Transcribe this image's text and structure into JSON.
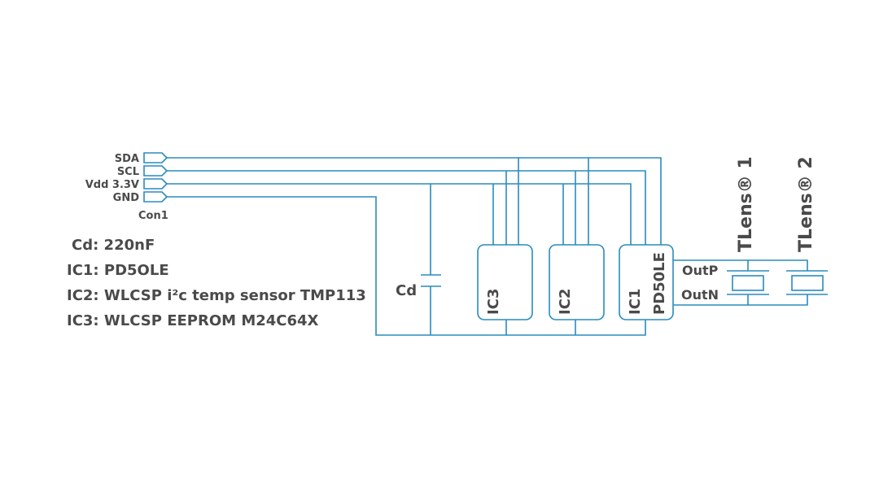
{
  "connector": {
    "name": "Con1",
    "pins": [
      "SDA",
      "SCL",
      "Vdd 3.3V",
      "GND"
    ]
  },
  "components": {
    "capacitor": "Cd",
    "ic3": "IC3",
    "ic2": "IC2",
    "ic1": "IC1",
    "ic1_part": "PD50LE",
    "out_p": "OutP",
    "out_n": "OutN",
    "tlens1": "TLens® 1",
    "tlens2": "TLens® 2"
  },
  "notes": [
    "Cd: 220nF",
    "IC1: PD5OLE",
    "IC2: WLCSP i²c temp sensor TMP113",
    "IC3: WLCSP EEPROM M24C64X"
  ],
  "colors": {
    "wire": "#2a8bbd",
    "text": "#4a4a4a"
  }
}
